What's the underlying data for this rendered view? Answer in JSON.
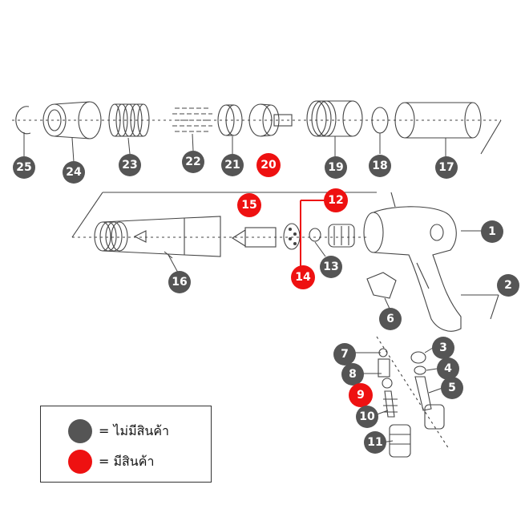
{
  "colors": {
    "unavailable": "#555555",
    "available": "#ee1111"
  },
  "parts": [
    {
      "label": "1",
      "status": "unavailable"
    },
    {
      "label": "2",
      "status": "unavailable"
    },
    {
      "label": "3",
      "status": "unavailable"
    },
    {
      "label": "4",
      "status": "unavailable"
    },
    {
      "label": "5",
      "status": "unavailable"
    },
    {
      "label": "6",
      "status": "unavailable"
    },
    {
      "label": "7",
      "status": "unavailable"
    },
    {
      "label": "8",
      "status": "unavailable"
    },
    {
      "label": "9",
      "status": "available"
    },
    {
      "label": "10",
      "status": "unavailable"
    },
    {
      "label": "11",
      "status": "unavailable"
    },
    {
      "label": "12",
      "status": "available"
    },
    {
      "label": "13",
      "status": "unavailable"
    },
    {
      "label": "14",
      "status": "available"
    },
    {
      "label": "15",
      "status": "available"
    },
    {
      "label": "16",
      "status": "unavailable"
    },
    {
      "label": "17",
      "status": "unavailable"
    },
    {
      "label": "18",
      "status": "unavailable"
    },
    {
      "label": "19",
      "status": "unavailable"
    },
    {
      "label": "20",
      "status": "available"
    },
    {
      "label": "21",
      "status": "unavailable"
    },
    {
      "label": "22",
      "status": "unavailable"
    },
    {
      "label": "23",
      "status": "unavailable"
    },
    {
      "label": "24",
      "status": "unavailable"
    },
    {
      "label": "25",
      "status": "unavailable"
    }
  ],
  "legend": {
    "unavailable_text": "= ไม่มีสินค้า",
    "available_text": "= มีสินค้า"
  }
}
